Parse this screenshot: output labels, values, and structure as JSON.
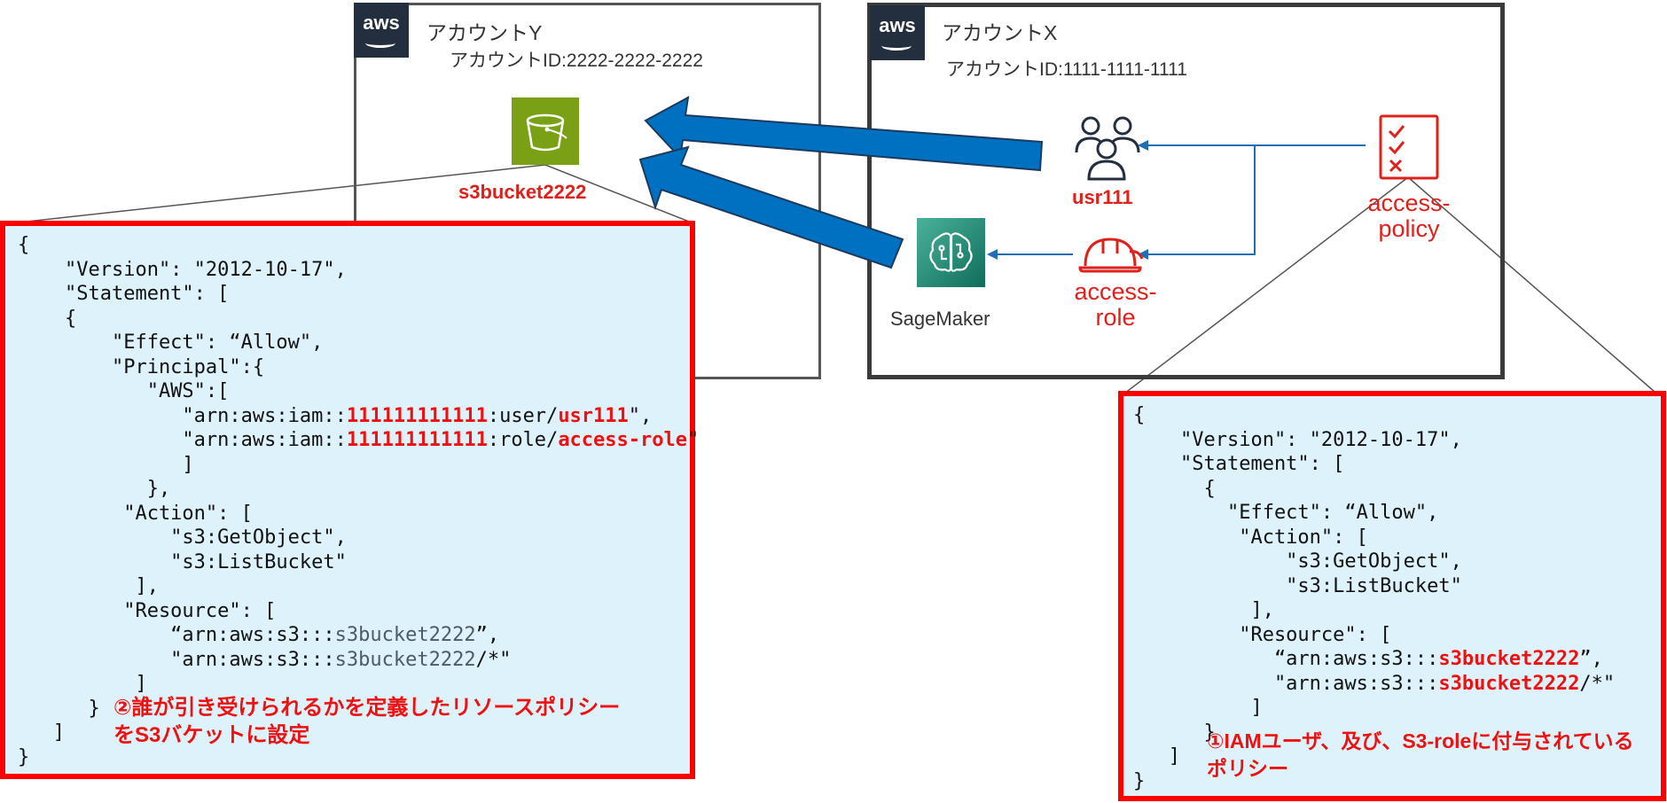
{
  "account_y": {
    "logo": "aws",
    "name": "アカウントY",
    "account_id": "アカウントID:2222-2222-2222",
    "bucket_label": "s3bucket2222"
  },
  "account_x": {
    "logo": "aws",
    "name": "アカウントX",
    "account_id": "アカウントID:1111-1111-1111",
    "user_label": "usr111",
    "sagemaker_label": "SageMaker",
    "role_label": [
      "access-",
      "role"
    ],
    "policy_label": [
      "access-",
      "policy"
    ]
  },
  "bucket_policy": {
    "line01": "{",
    "line02": "    \"Version\": \"2012-10-17\",",
    "line03": "    \"Statement\": [",
    "line04": "    {",
    "line05": "        \"Effect\": “Allow\",",
    "line06": "        \"Principal\":{",
    "line07": "           \"AWS\":[",
    "line08": "              \"arn:aws:iam::",
    "line08_account": "111111111111",
    "line08_mid": ":user/",
    "line08_user": "usr111",
    "line08_end": "\",",
    "line09": "              \"arn:aws:iam::",
    "line09_account": "111111111111",
    "line09_mid": ":role/",
    "line09_role": "access-role",
    "line09_end": "\"",
    "line10": "              ]",
    "line11": "           },",
    "line12": "         \"Action\": [",
    "line13": "             \"s3:GetObject\",",
    "line14": "             \"s3:ListBucket\"",
    "line15": "          ],",
    "line16": "         \"Resource\": [",
    "line17": "             “arn:aws:s3:::",
    "line17_bucket": "s3bucket2222",
    "line17_end": "”,",
    "line18": "             \"arn:aws:s3:::",
    "line18_bucket": "s3bucket2222",
    "line18_end": "/*\"",
    "line19": "          ]",
    "line20": "      }",
    "line21": "   ]",
    "line22": "}",
    "note_line1": "②誰が引き受けられるかを定義したリソースポリシー",
    "note_line2": "をS3バケットに設定"
  },
  "iam_policy": {
    "line01": "{",
    "line02": "    \"Version\": \"2012-10-17\",",
    "line03": "    \"Statement\": [",
    "line04": "      {",
    "line05": "        \"Effect\": “Allow\",",
    "line06": "         \"Action\": [",
    "line07": "             \"s3:GetObject\",",
    "line08": "             \"s3:ListBucket\"",
    "line09": "          ],",
    "line10": "         \"Resource\": [",
    "line11": "            “arn:aws:s3:::",
    "line11_bucket": "s3bucket2222",
    "line11_end": "”,",
    "line12": "            \"arn:aws:s3:::",
    "line12_bucket": "s3bucket2222",
    "line12_end": "/*\"",
    "line13": "          ]",
    "line14": "      }",
    "line15": "   ]",
    "line16": "}",
    "note_line1": "①IAMユーザ、及び、S3-roleに付与されている",
    "note_line2": "ポリシー"
  },
  "colors": {
    "accent_red": "#ee1111",
    "arrow_blue": "#0070c0",
    "connector_blue": "#1f6fb5",
    "s3_green": "#7aa116",
    "sagemaker_teal": "#1a8a72",
    "policy_bg": "#def2fb"
  },
  "icons": [
    "aws-logo-icon",
    "s3-bucket-icon",
    "users-icon",
    "sagemaker-icon",
    "role-helmet-icon",
    "policy-checklist-icon"
  ]
}
